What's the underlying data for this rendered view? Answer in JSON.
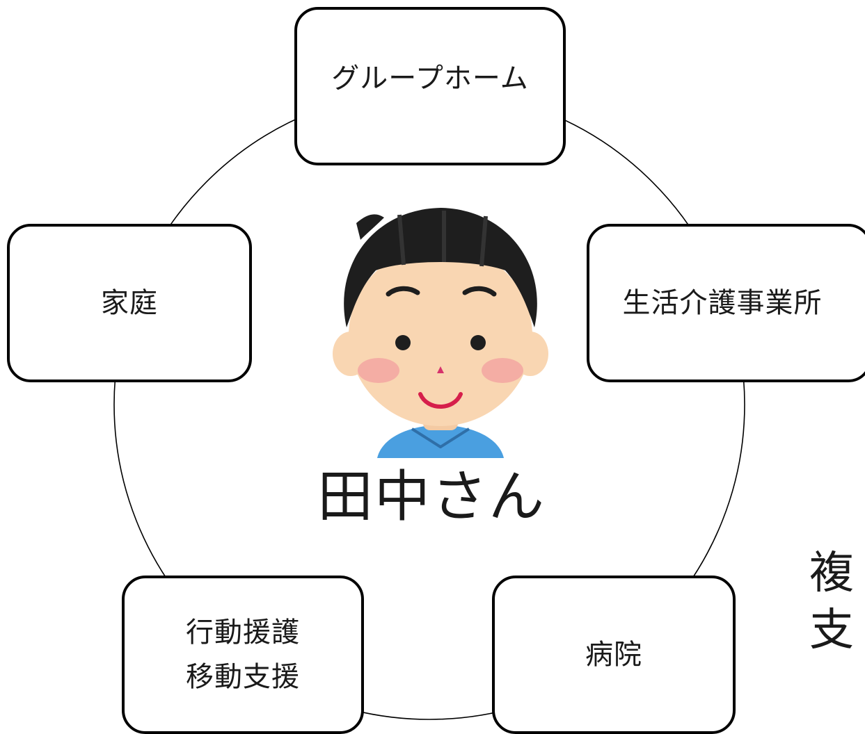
{
  "center": {
    "name": "田中さん"
  },
  "nodes": {
    "top": "グループホーム",
    "left": "家庭",
    "right": "生活介護事業所",
    "bottom_left": [
      "行動援護",
      "移動支援"
    ],
    "bottom_right": "病院"
  },
  "side_text": [
    "複",
    "支"
  ],
  "colors": {
    "border": "#000000",
    "hair": "#1e1e1e",
    "skin": "#f9d6b2",
    "cheek": "#f3a6a1",
    "shirt": "#4a9fe0",
    "mouth": "#d61f4b"
  },
  "icons": {
    "person": "boy-face-icon"
  }
}
